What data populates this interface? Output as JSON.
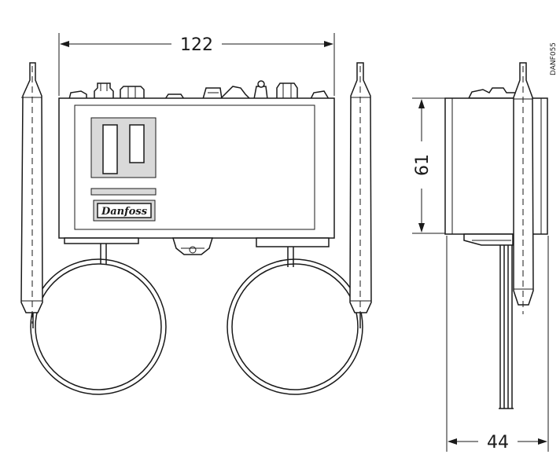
{
  "dimensions": {
    "width": "122",
    "height": "61",
    "depth": "44"
  },
  "brand": "Danfoss",
  "drawing_ref": "DANF055"
}
